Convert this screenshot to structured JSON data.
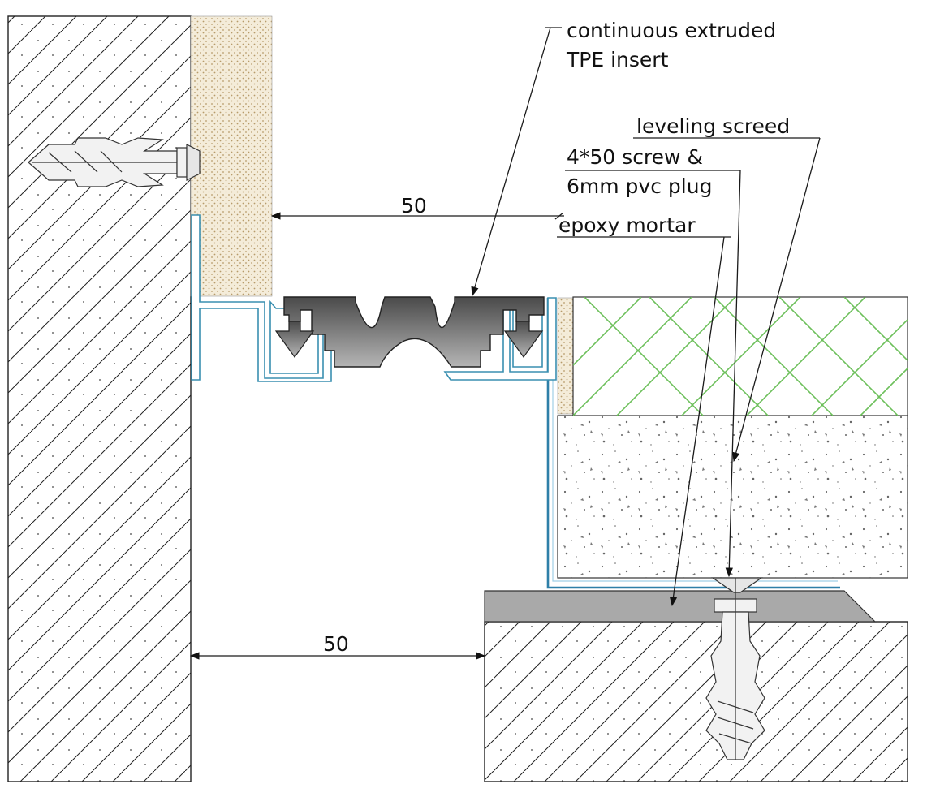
{
  "labels": {
    "tpe_insert_line1": "continuous extruded",
    "tpe_insert_line2": "TPE  insert",
    "leveling_screed": "leveling  screed",
    "screw_plug_line1": "4*50 screw &",
    "screw_plug_line2": "6mm pvc plug",
    "epoxy_mortar": "epoxy  mortar"
  },
  "dimensions": {
    "upper_joint_width": "50",
    "lower_joint_width": "50"
  },
  "colors": {
    "tile_pattern": "#6cbf5a",
    "profile_outline": "#3a8fb0",
    "membrane": "#2e7fa8",
    "tpe_insert_dark": "#4a4a4a",
    "tpe_insert_light": "#b5b5b5",
    "epoxy_mortar": "#a9a9a9",
    "filler_strip": "#f3ead6"
  }
}
